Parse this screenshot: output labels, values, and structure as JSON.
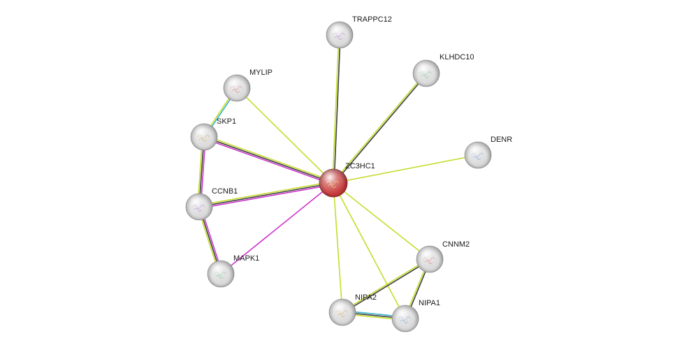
{
  "network": {
    "nodes": [
      {
        "id": "ZC3HC1",
        "label": "ZC3HC1",
        "color": "#c83c3c",
        "query": true
      },
      {
        "id": "TRAPPC12",
        "label": "TRAPPC12",
        "color": "#d9d9d9"
      },
      {
        "id": "KLHDC10",
        "label": "KLHDC10",
        "color": "#d9d9d9"
      },
      {
        "id": "MYLIP",
        "label": "MYLIP",
        "color": "#d9d9d9"
      },
      {
        "id": "SKP1",
        "label": "SKP1",
        "color": "#d9d9d9"
      },
      {
        "id": "DENR",
        "label": "DENR",
        "color": "#d9d9d9"
      },
      {
        "id": "CCNB1",
        "label": "CCNB1",
        "color": "#d9d9d9"
      },
      {
        "id": "MAPK1",
        "label": "MAPK1",
        "color": "#d9d9d9"
      },
      {
        "id": "CNNM2",
        "label": "CNNM2",
        "color": "#d9d9d9"
      },
      {
        "id": "NIPA2",
        "label": "NIPA2",
        "color": "#d9d9d9"
      },
      {
        "id": "NIPA1",
        "label": "NIPA1",
        "color": "#d9d9d9"
      }
    ],
    "edges": [
      {
        "source": "ZC3HC1",
        "target": "TRAPPC12",
        "evidence": [
          "textmining",
          "coexpression"
        ]
      },
      {
        "source": "ZC3HC1",
        "target": "KLHDC10",
        "evidence": [
          "textmining",
          "coexpression"
        ]
      },
      {
        "source": "ZC3HC1",
        "target": "MYLIP",
        "evidence": [
          "textmining"
        ]
      },
      {
        "source": "ZC3HC1",
        "target": "SKP1",
        "evidence": [
          "experiments",
          "coexpression",
          "textmining"
        ]
      },
      {
        "source": "ZC3HC1",
        "target": "DENR",
        "evidence": [
          "textmining"
        ]
      },
      {
        "source": "ZC3HC1",
        "target": "CCNB1",
        "evidence": [
          "experiments",
          "coexpression",
          "textmining"
        ]
      },
      {
        "source": "ZC3HC1",
        "target": "MAPK1",
        "evidence": [
          "experiments"
        ]
      },
      {
        "source": "ZC3HC1",
        "target": "CNNM2",
        "evidence": [
          "textmining"
        ]
      },
      {
        "source": "ZC3HC1",
        "target": "NIPA2",
        "evidence": [
          "textmining"
        ]
      },
      {
        "source": "ZC3HC1",
        "target": "NIPA1",
        "evidence": [
          "textmining"
        ]
      },
      {
        "source": "MYLIP",
        "target": "SKP1",
        "evidence": [
          "database",
          "textmining"
        ]
      },
      {
        "source": "SKP1",
        "target": "CCNB1",
        "evidence": [
          "experiments",
          "coexpression",
          "textmining"
        ]
      },
      {
        "source": "CCNB1",
        "target": "MAPK1",
        "evidence": [
          "experiments",
          "coexpression",
          "textmining"
        ]
      },
      {
        "source": "CNNM2",
        "target": "NIPA1",
        "evidence": [
          "coexpression",
          "textmining"
        ]
      },
      {
        "source": "CNNM2",
        "target": "NIPA2",
        "evidence": [
          "coexpression",
          "textmining"
        ]
      },
      {
        "source": "NIPA2",
        "target": "NIPA1",
        "evidence": [
          "database",
          "coexpression",
          "textmining"
        ]
      }
    ],
    "evidence_colors": {
      "textmining": "#c6dc2c",
      "coexpression": "#3c3c3c",
      "experiments": "#cc33cc",
      "database": "#33b0c8"
    }
  }
}
